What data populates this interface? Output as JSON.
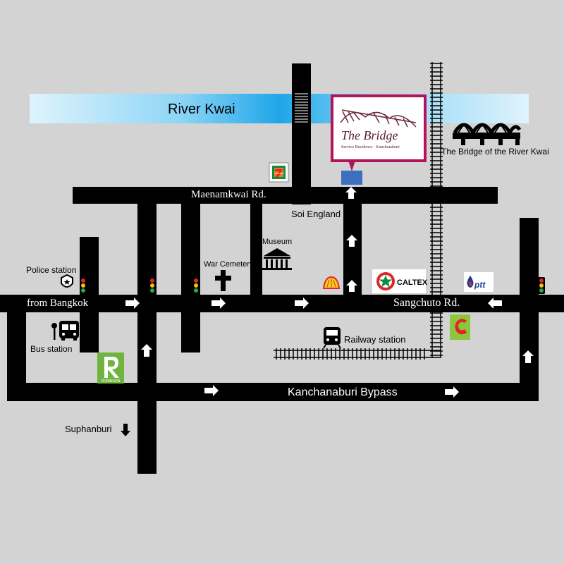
{
  "river": {
    "name": "River Kwai"
  },
  "roads": {
    "maenamkwai": "Maenamkwai Rd.",
    "sangchuto": "Sangchuto Rd.",
    "bypass": "Kanchanaburi Bypass",
    "soi_england": "Soi England",
    "from_bangkok": "from Bangkok",
    "suphanburi": "Suphanburi"
  },
  "landmarks": {
    "bridge_river_kwai": "The Bridge of the River Kwai",
    "museum": "Museum",
    "war_cemetery": "War Cemetery",
    "police_station": "Police station",
    "bus_station": "Bus station",
    "railway_station": "Railway station"
  },
  "logos": {
    "hotel_name": "The Bridge",
    "hotel_tagline": "Service Residence · Kanchanaburi",
    "caltex": "CALTEX",
    "ptt": "ptt",
    "seven_eleven": "7-ELEVEN",
    "robinson": "ROBINSON"
  },
  "colors": {
    "background": "#d3d3d3",
    "road": "#000000",
    "river_dark": "#1fa6e8",
    "river_light": "#dff3fc",
    "hotel_frame": "#b4135a",
    "hotel_pin": "#3d6fc0",
    "caltex_red": "#e0262a",
    "caltex_green": "#0a8f3e",
    "ptt_blue": "#1a3d8f",
    "robinson_green": "#6fb43f",
    "bigc_red": "#e52521",
    "bigc_green": "#8cc63f"
  }
}
